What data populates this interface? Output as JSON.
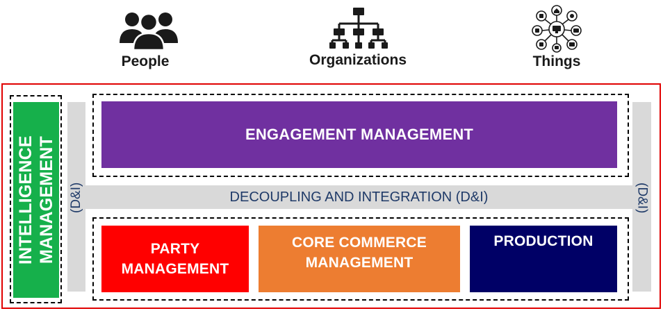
{
  "top": {
    "people": {
      "label": "People",
      "icon": "people-group-icon"
    },
    "organizations": {
      "label": "Organizations",
      "icon": "org-chart-icon"
    },
    "things": {
      "label": "Things",
      "icon": "iot-devices-icon"
    }
  },
  "blocks": {
    "intelligence": "INTELLIGENCE MANAGEMENT",
    "engagement": "ENGAGEMENT MANAGEMENT",
    "decoupling": "DECOUPLING AND INTEGRATION (D&I)",
    "dni_left": "(D&I)",
    "dni_right": "(D&I)",
    "party": "PARTY MANAGEMENT",
    "core_commerce": "CORE COMMERCE MANAGEMENT",
    "production": "PRODUCTION"
  },
  "colors": {
    "frame": "#e00000",
    "intelligence": "#16b04b",
    "engagement": "#7030a0",
    "party": "#ff0000",
    "core_commerce": "#ed7d31",
    "production": "#000066",
    "grey_band": "#d9d9d9",
    "dni_text": "#1f3a68"
  }
}
